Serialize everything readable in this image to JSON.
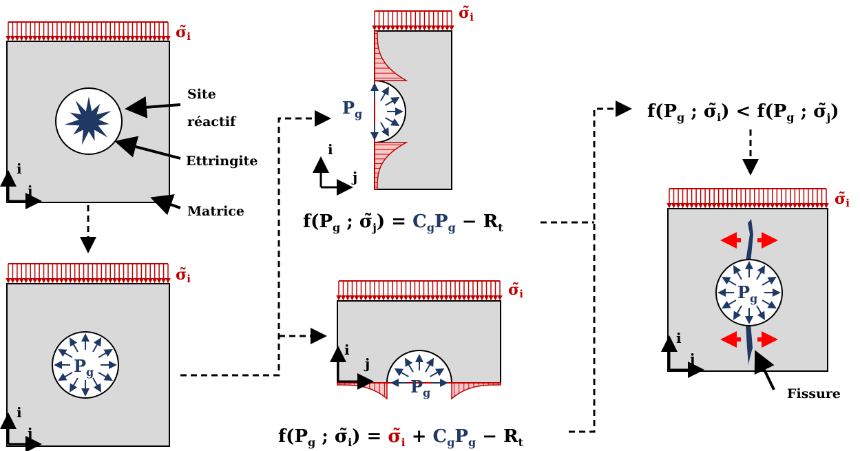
{
  "labels": {
    "site_line1": "Site",
    "site_line2": "réactif",
    "ettringite": "Ettringite",
    "matrice": "Matrice",
    "fissure": "Fissure",
    "pg": "P",
    "pg_sub": "g",
    "sigma": "σ̃",
    "sigma_i_sub": "i",
    "axis_i": "i",
    "axis_j": "j"
  },
  "equations": {
    "eq_j": {
      "lhs": "f(P",
      "lhs_sub": "g",
      "sep": " ; σ̃",
      "sep_sub": "j",
      "close": ") = ",
      "cg": "C",
      "cg_sub": "g",
      "pg": "P",
      "pg_sub": "g",
      "minus": " − R",
      "rt_sub": "t"
    },
    "eq_i": {
      "lhs": "f(P",
      "lhs_sub": "g",
      "sep": " ; σ̃",
      "sep_sub": "i",
      "close": ") = ",
      "sig": "σ̃",
      "sig_sub": "i",
      "plus": " + ",
      "cg": "C",
      "cg_sub": "g",
      "pg": "P",
      "pg_sub": "g",
      "minus": " − R",
      "rt_sub": "t"
    },
    "ineq": {
      "left": "f(P",
      "left_sub": "g",
      "left_sep": " ; σ̃",
      "left_sep_sub": "i",
      "mid": ") < f(P",
      "mid_sub": "g",
      "right_sep": " ; σ̃",
      "right_sep_sub": "j",
      "close": ")"
    }
  },
  "colors": {
    "matrix_fill": "#d9d9d9",
    "navy": "#1f3864",
    "red": "#c00000",
    "bright_red": "#ff0000"
  }
}
